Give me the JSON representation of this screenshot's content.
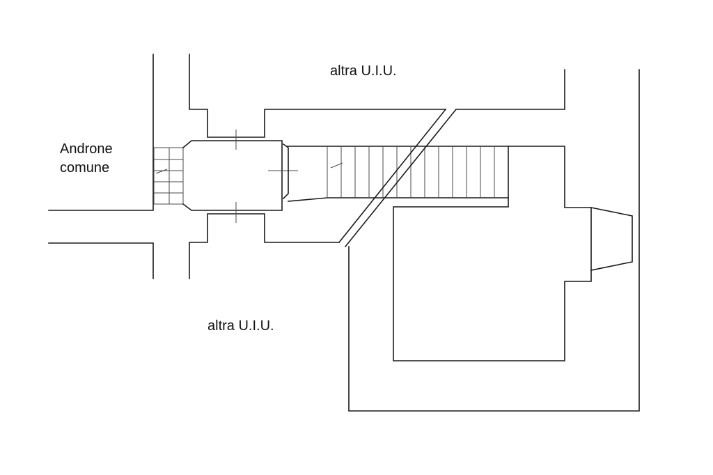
{
  "labels": {
    "unit_north": "altra U.I.U.",
    "unit_south": "altra U.I.U.",
    "hall_line1": "Androne",
    "hall_line2": "comune"
  },
  "colors": {
    "background": "#ffffff",
    "line": "#1a1a1a"
  }
}
